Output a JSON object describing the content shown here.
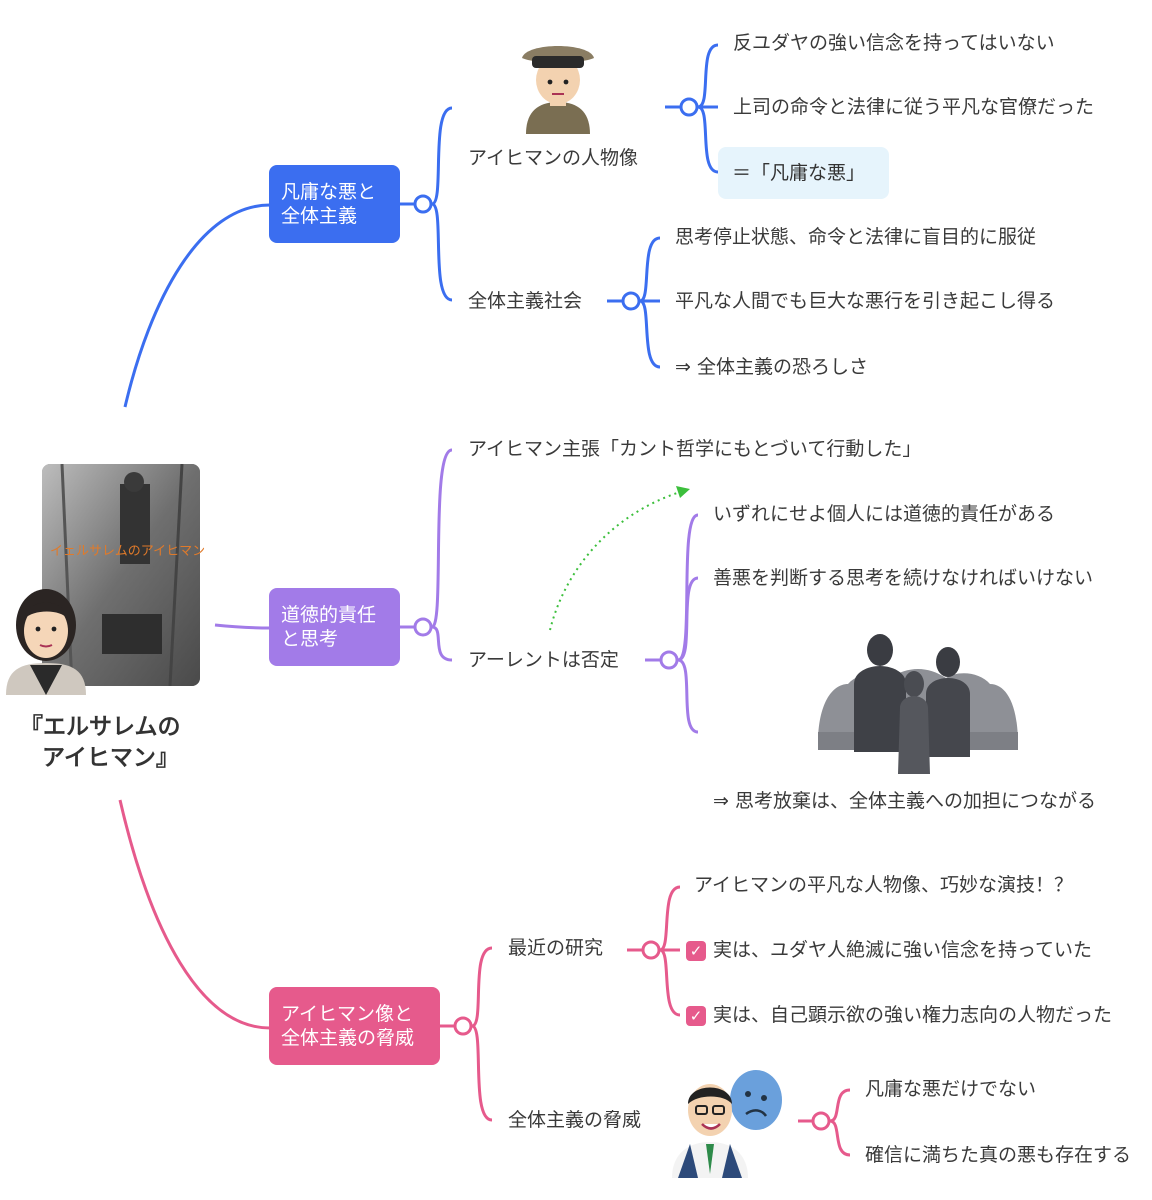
{
  "root": {
    "title_line1": "『エルサレムの",
    "title_line2": "アイヒマン』"
  },
  "colors": {
    "blue": "#3b6ef0",
    "purple": "#a27be8",
    "pink": "#e65a8c",
    "highlight_bg": "#e6f4fc",
    "arrow": "#3cbf3c"
  },
  "branches": [
    {
      "label_line1": "凡庸な悪と",
      "label_line2": "全体主義",
      "children": [
        {
          "label": "アイヒマンの人物像",
          "items": [
            "反ユダヤの強い信念を持ってはいない",
            "上司の命令と法律に従う平凡な官僚だった",
            "＝「凡庸な悪」"
          ]
        },
        {
          "label": "全体主義社会",
          "items": [
            "思考停止状態、命令と法律に盲目的に服従",
            "平凡な人間でも巨大な悪行を引き起こし得る",
            "⇒ 全体主義の恐ろしさ"
          ]
        }
      ]
    },
    {
      "label_line1": "道徳的責任",
      "label_line2": "と思考",
      "children": [
        {
          "label": "アイヒマン主張「カント哲学にもとづいて行動した」",
          "items": []
        },
        {
          "label": "アーレントは否定",
          "items": [
            "いずれにせよ個人には道徳的責任がある",
            "善悪を判断する思考を続けなければいけない",
            "⇒ 思考放棄は、全体主義への加担につながる"
          ]
        }
      ]
    },
    {
      "label_line1": "アイヒマン像と",
      "label_line2": "全体主義の脅威",
      "children": [
        {
          "label": "最近の研究",
          "items": [
            "アイヒマンの平凡な人物像、巧妙な演技！？",
            "実は、ユダヤ人絶滅に強い信念を持っていた",
            "実は、自己顕示欲の強い権力志向の人物だった"
          ]
        },
        {
          "label": "全体主義の脅威",
          "items": [
            "凡庸な悪だけでない",
            "確信に満ちた真の悪も存在する"
          ]
        }
      ]
    }
  ],
  "book_cover": {
    "title": "イェルサレムのアイヒマン"
  },
  "icons": [
    "officer-illustration-icon",
    "crowd-shadow-illustration-icon",
    "two-faced-man-illustration-icon",
    "arendt-portrait-icon",
    "book-cover-icon",
    "check-icon"
  ]
}
